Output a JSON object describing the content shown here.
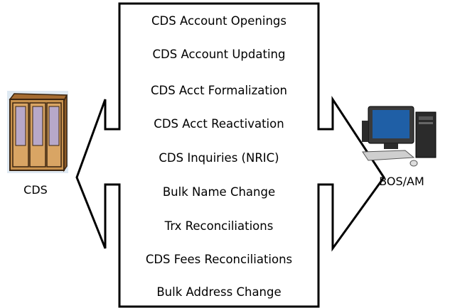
{
  "functions": [
    "CDS Account Openings",
    "CDS Account Updating",
    "CDS Acct Formalization",
    "CDS Acct Reactivation",
    "CDS Inquiries (NRIC)",
    "Bulk Name Change",
    "Trx Reconciliations",
    "CDS Fees Reconciliations",
    "Bulk Address Change"
  ],
  "left_node": {
    "label": "CDS",
    "icon": "filing-cabinet-icon"
  },
  "right_node": {
    "label": "BOS/AM",
    "icon": "desktop-computer-icon"
  },
  "colors": {
    "arrow_stroke": "#000000",
    "cabinet_wood": "#c8924e",
    "cabinet_glass": "#b7a8c9",
    "screen": "#1f5fa6"
  }
}
